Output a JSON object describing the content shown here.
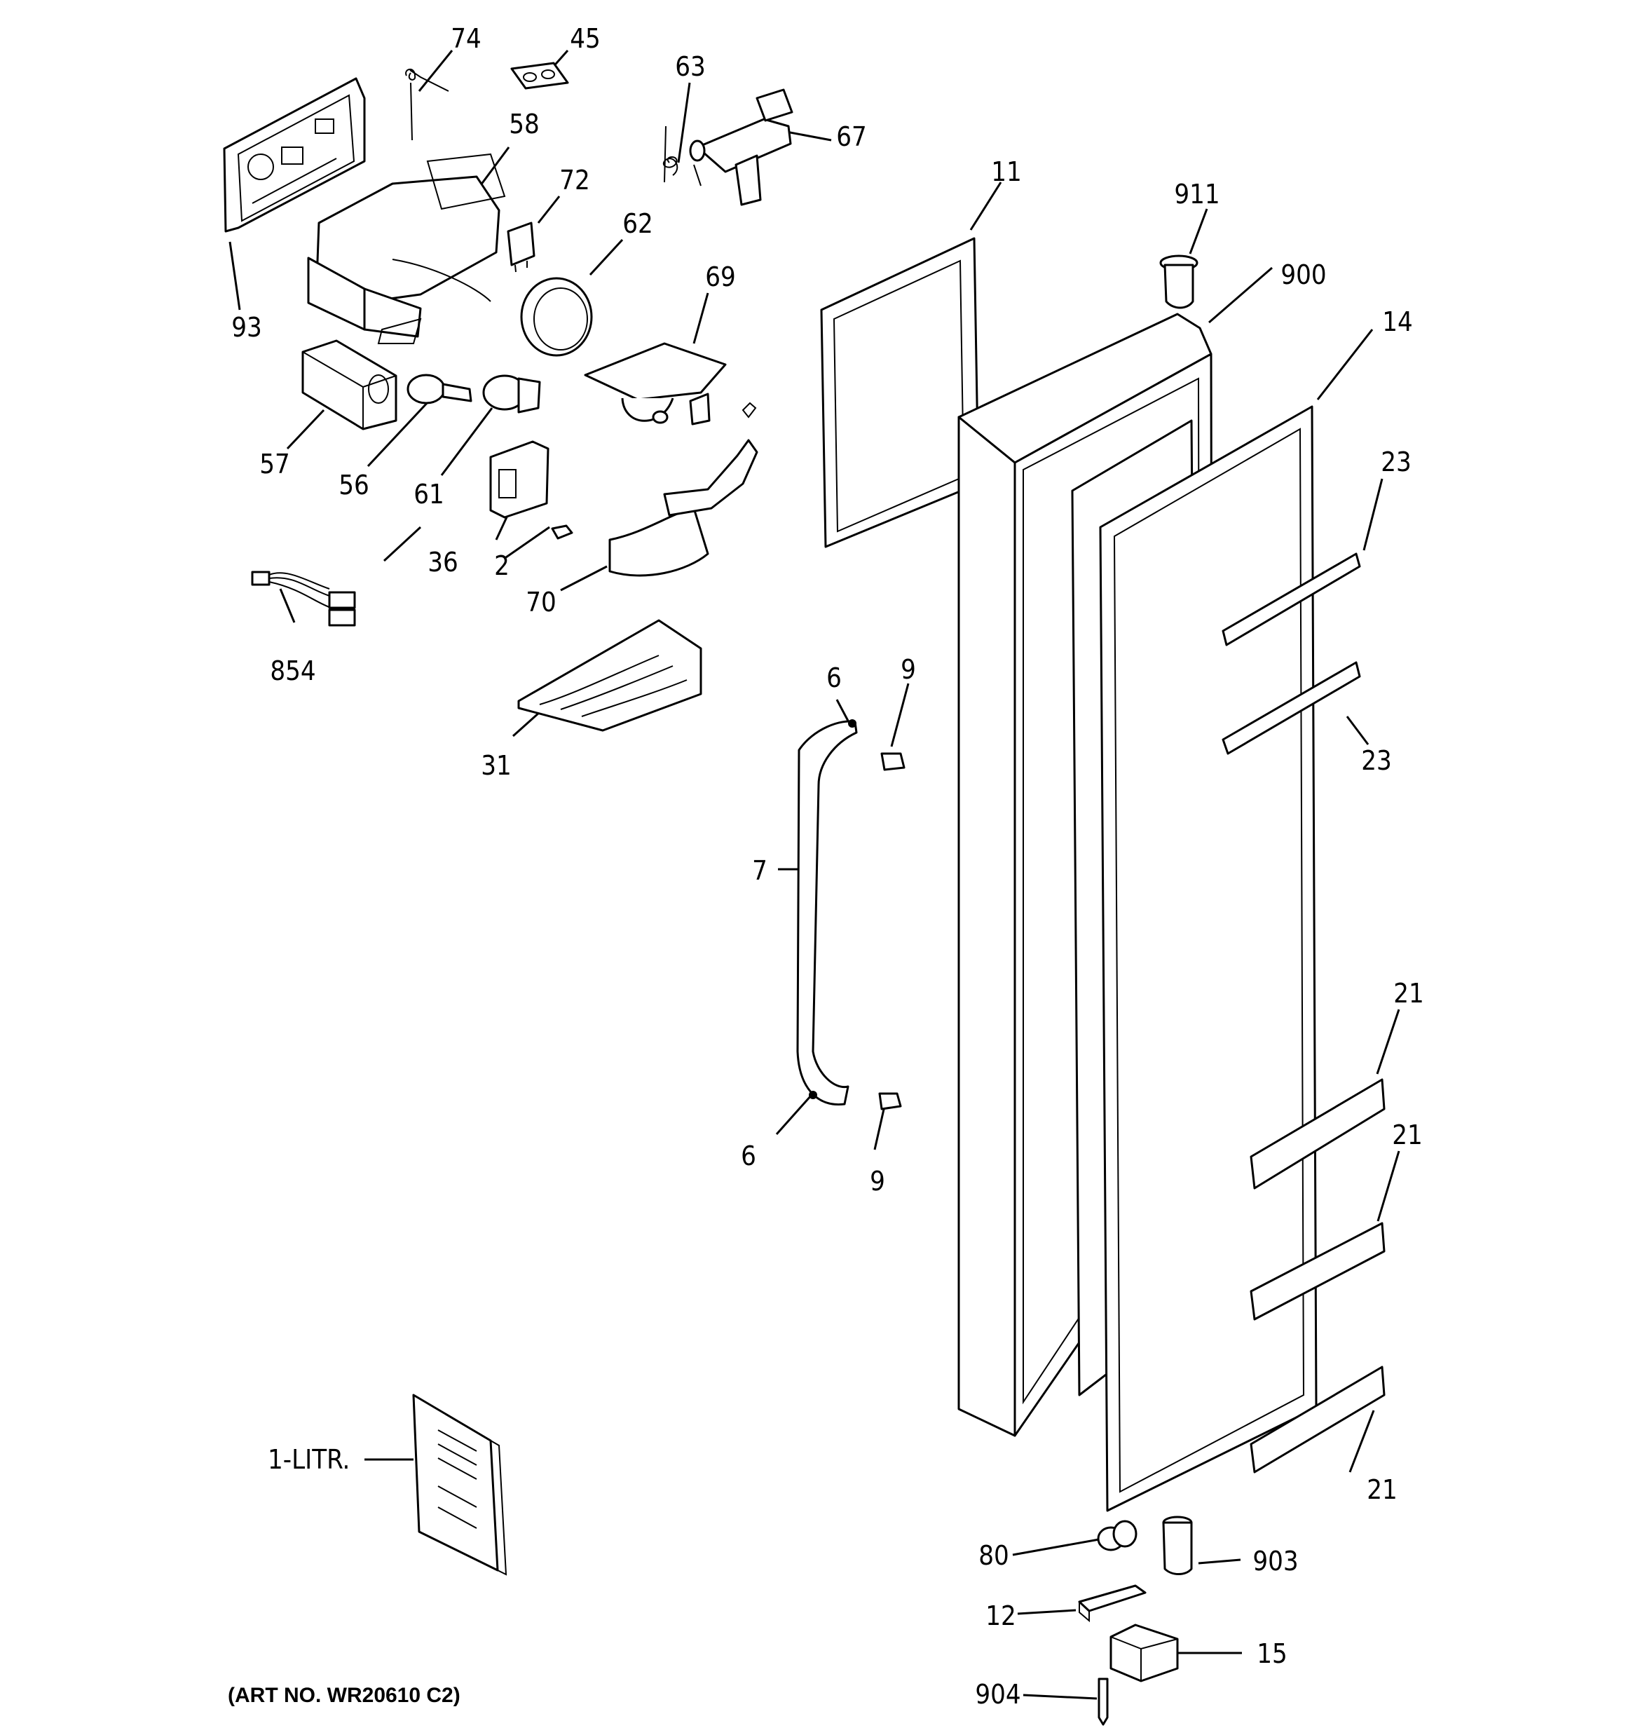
{
  "diagram": {
    "parts": {
      "p74": "74",
      "p45": "45",
      "p63": "63",
      "p67": "67",
      "p58": "58",
      "p72": "72",
      "p62": "62",
      "p69": "69",
      "p93": "93",
      "p57": "57",
      "p56": "56",
      "p61": "61",
      "p36": "36",
      "p2": "2",
      "p70": "70",
      "p854": "854",
      "p31": "31",
      "p11": "11",
      "p911": "911",
      "p900": "900",
      "p14": "14",
      "p23a": "23",
      "p23b": "23",
      "p6a": "6",
      "p9a": "9",
      "p7": "7",
      "p6b": "6",
      "p9b": "9",
      "p21a": "21",
      "p21b": "21",
      "p21c": "21",
      "p1litr": "1-LITR.",
      "p80": "80",
      "p903": "903",
      "p12": "12",
      "p15": "15",
      "p904": "904"
    },
    "art_no": "(ART NO. WR20610 C2)"
  }
}
